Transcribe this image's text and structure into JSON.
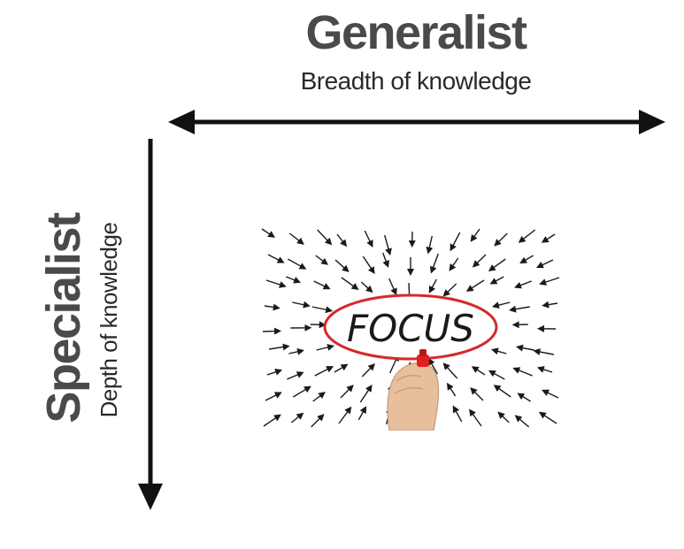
{
  "generalist": {
    "title": "Generalist",
    "subtitle": "Breadth of knowledge"
  },
  "specialist": {
    "title": "Specialist",
    "subtitle": "Depth of knowledge"
  },
  "focus_image": {
    "word": "FOCUS",
    "ellipse_color": "#d42a2a",
    "arrow_color": "#1a1a1a",
    "marker_color": "#e02020"
  },
  "colors": {
    "title": "#4a4a4a",
    "subtitle": "#2a2a2a",
    "axis_arrow": "#111111"
  }
}
